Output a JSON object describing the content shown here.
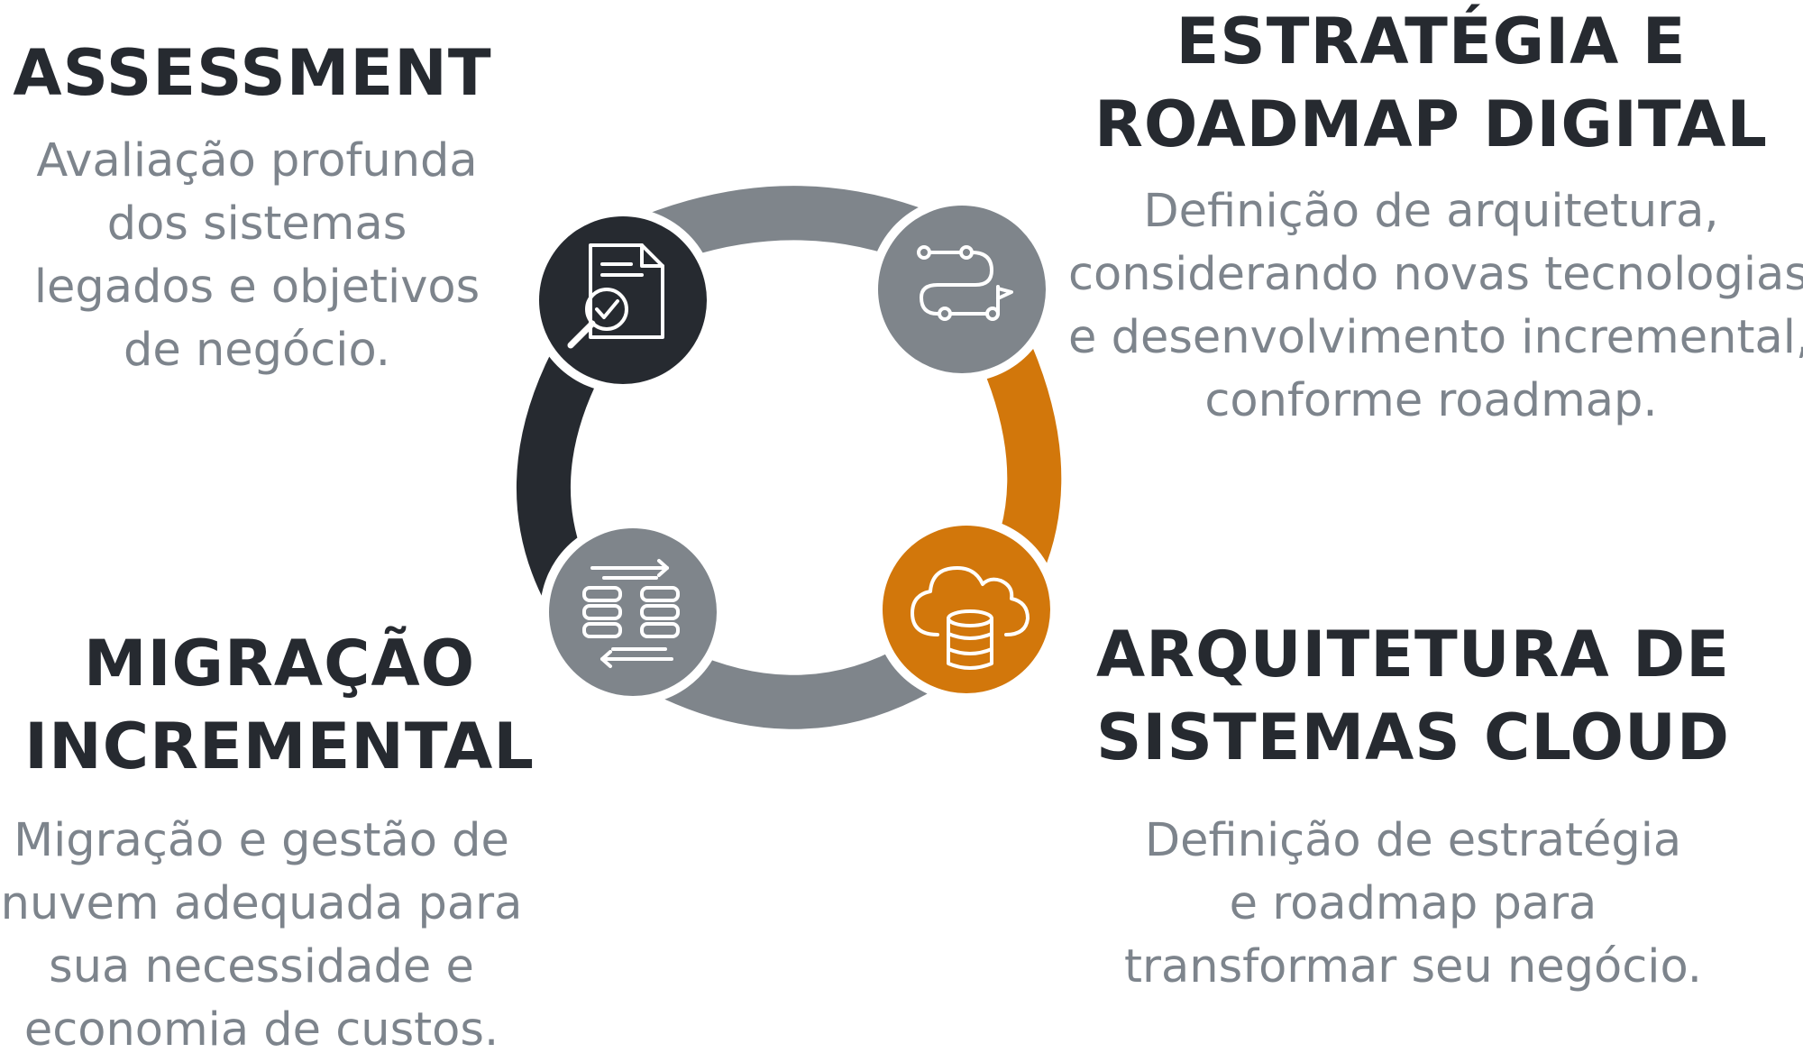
{
  "steps": {
    "assessment": {
      "title": [
        "ASSESSMENT"
      ],
      "desc": [
        "Avaliação profunda",
        "dos sistemas",
        "legados e objetivos",
        "de negócio."
      ],
      "color": "#262a30",
      "icon": "document-search-icon"
    },
    "strategy": {
      "title": [
        "ESTRATÉGIA E",
        "ROADMAP DIGITAL"
      ],
      "desc": [
        "Definição de arquitetura,",
        "considerando novas tecnologias",
        "e desenvolvimento incremental,",
        "conforme roadmap."
      ],
      "color": "#7f858b",
      "icon": "roadmap-path-icon"
    },
    "cloud": {
      "title": [
        "ARQUITETURA DE",
        "SISTEMAS CLOUD"
      ],
      "desc": [
        "Definição de estratégia",
        "e roadmap para",
        "transformar seu negócio."
      ],
      "color": "#d2770b",
      "icon": "cloud-database-icon"
    },
    "migration": {
      "title": [
        "MIGRAÇÃO",
        "INCREMENTAL"
      ],
      "desc": [
        "Migração e gestão de",
        "nuvem adequada para",
        "sua necessidade e",
        "economia de custos."
      ],
      "color": "#7f858b",
      "icon": "data-transfer-icon"
    }
  }
}
